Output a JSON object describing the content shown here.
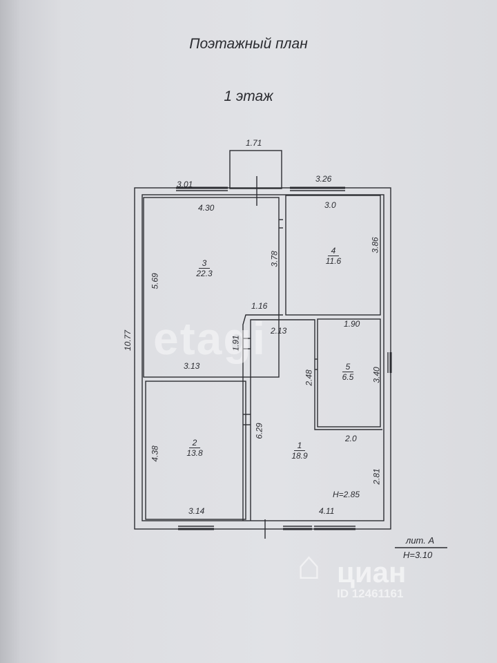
{
  "title": "Поэтажный план",
  "subtitle": "1 этаж",
  "rooms": [
    {
      "number": "3",
      "area": "22.3"
    },
    {
      "number": "4",
      "area": "11.6"
    },
    {
      "number": "5",
      "area": "6.5"
    },
    {
      "number": "2",
      "area": "13.8"
    },
    {
      "number": "1",
      "area": "18.9"
    }
  ],
  "dimensions": {
    "porch_width": "1.71",
    "top_left": "3.01",
    "top_right": "3.26",
    "room3_width": "4.30",
    "room4_width": "3.0",
    "room3_height": "5.69",
    "room3_inner": "3.78",
    "room4_height": "3.86",
    "overall_height": "10.77",
    "corridor_top": "1.16",
    "corridor_width": "2.13",
    "room5_width": "1.90",
    "corridor_side": "1.91",
    "room5_left": "2.48",
    "room5_height": "3.40",
    "room3_bottom": "3.13",
    "hall_height": "6.29",
    "room1_right_width": "2.0",
    "room2_height": "4.38",
    "room1_right_height": "2.81",
    "ceiling_height": "H=2.85",
    "room2_bottom": "3.14",
    "room1_bottom": "4.11"
  },
  "litera": {
    "label": "лит. А",
    "height": "H=3.10"
  },
  "watermarks": {
    "etagi": "etagi",
    "cian": "циан",
    "cian_id": "ID 12461161"
  },
  "colors": {
    "line": "#2b2c31",
    "paper": "#e1e2e6"
  }
}
